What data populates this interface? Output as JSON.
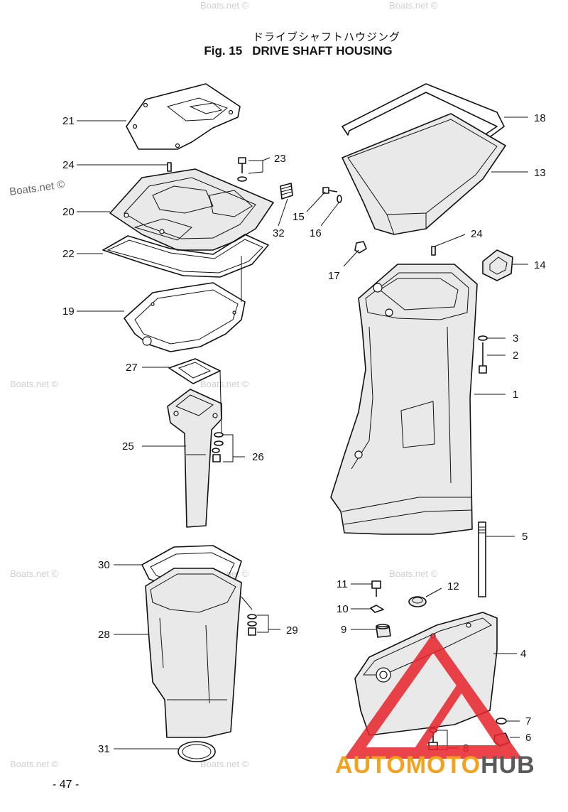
{
  "title": {
    "japanese": "ドライブシャフトハウジング",
    "figure": "Fig. 15",
    "english": "DRIVE SHAFT HOUSING"
  },
  "page_number": "- 47 -",
  "watermark": "Boats.net ©",
  "watermark_strong": "Boats.net ©",
  "brand": {
    "part1": "AUTOMOTO",
    "part2": "HUB",
    "color1": "#f4a21d",
    "color2": "#5a5a5a",
    "logo_color": "#e8232b"
  },
  "callouts": [
    "21",
    "24",
    "23",
    "20",
    "32",
    "22",
    "19",
    "15",
    "16",
    "18",
    "13",
    "24",
    "14",
    "17",
    "3",
    "2",
    "1",
    "27",
    "25",
    "26",
    "5",
    "30",
    "11",
    "12",
    "10",
    "9",
    "29",
    "28",
    "4",
    "7",
    "6",
    "31",
    "8"
  ]
}
